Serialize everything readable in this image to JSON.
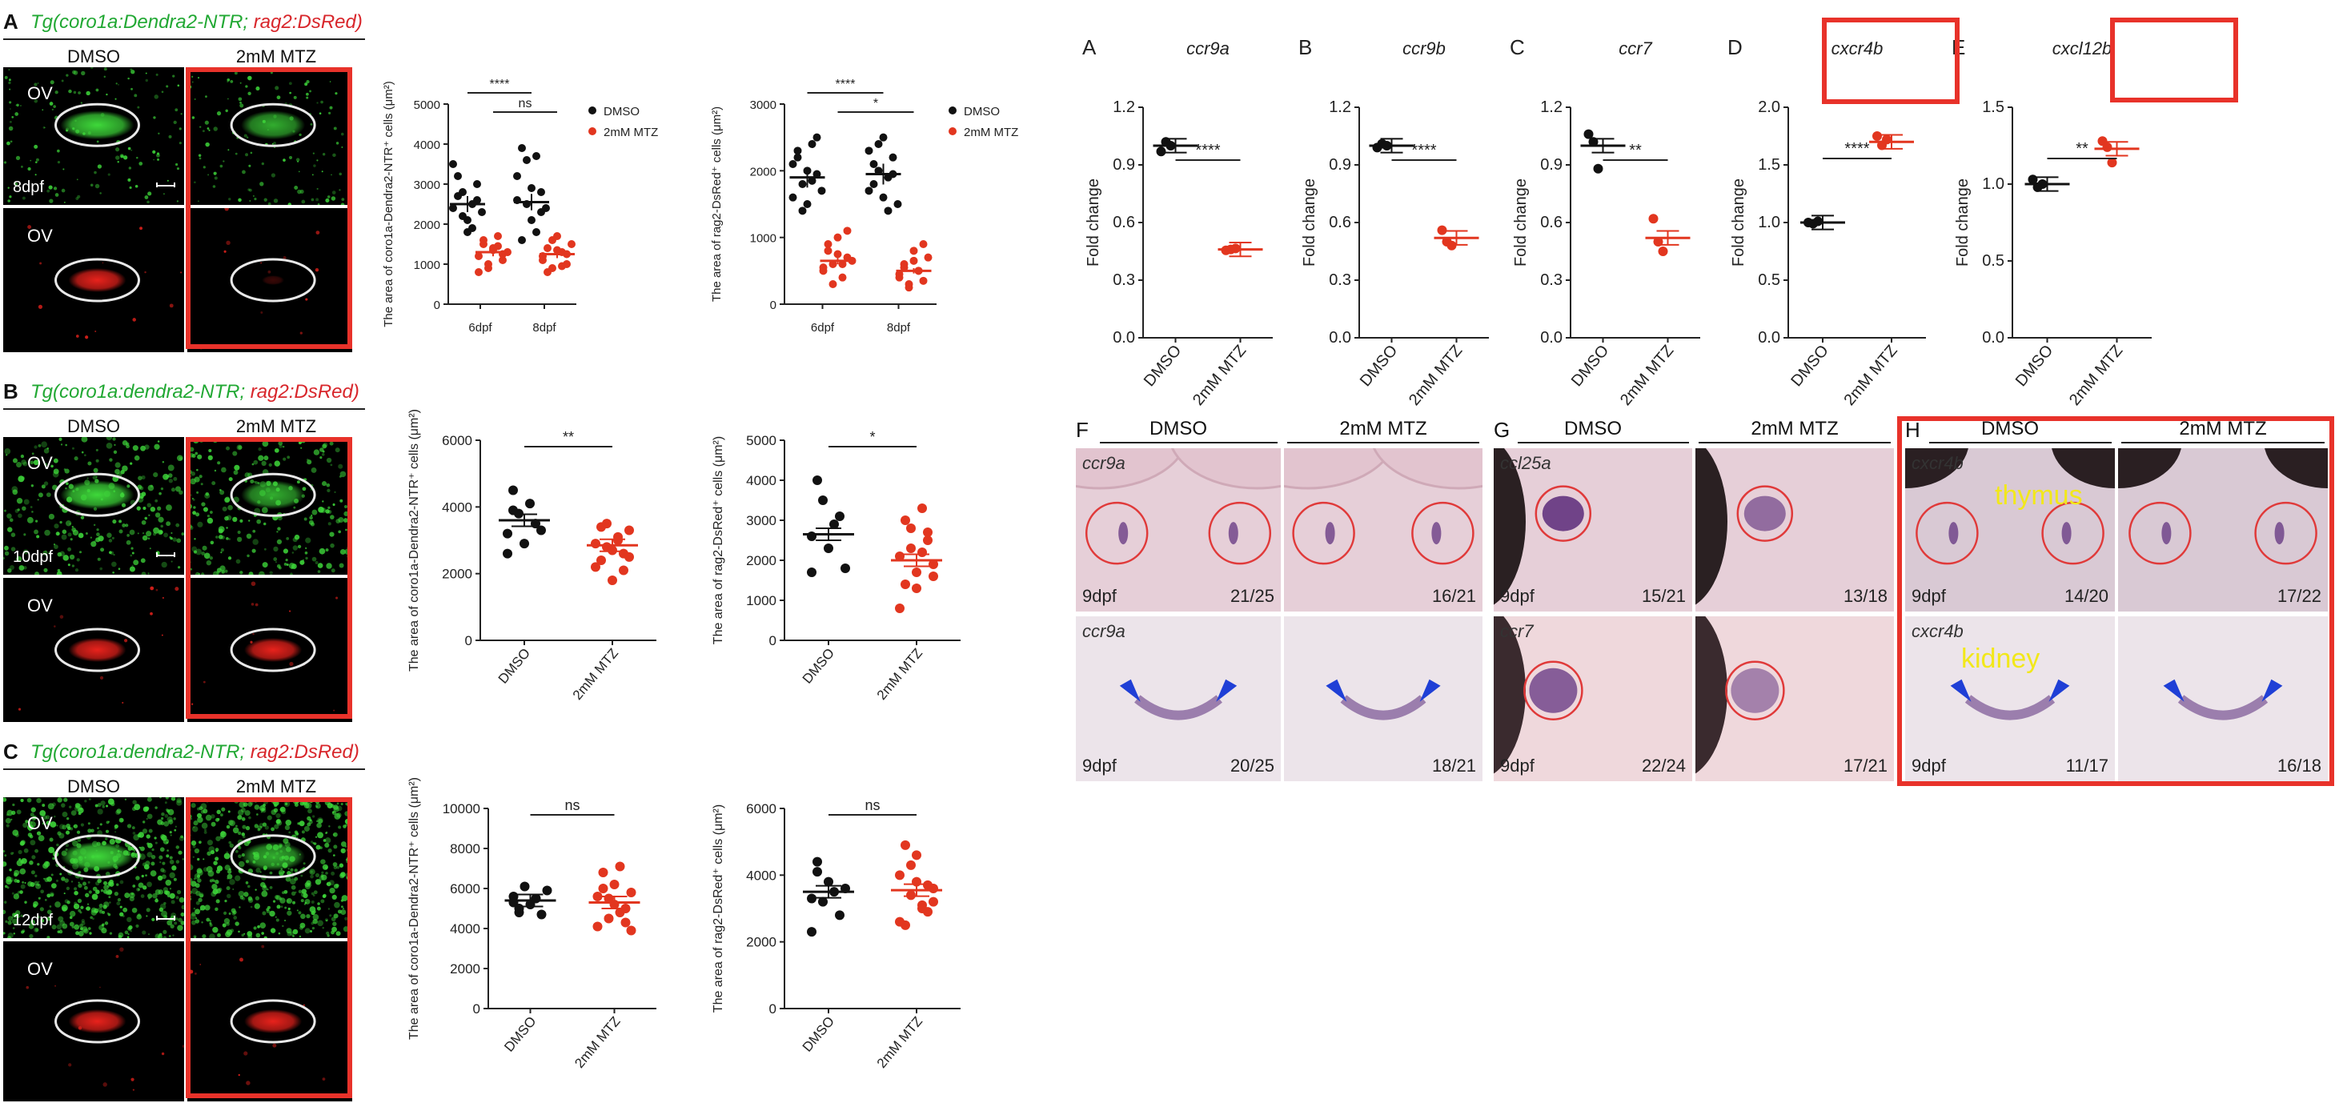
{
  "left": {
    "rows": [
      {
        "label": "A",
        "title_green": "Tg(coro1a:Dendra2-NTR;",
        "title_red": " rag2:DsRed)",
        "cond1": "DMSO",
        "cond2": "2mM MTZ",
        "ov_top": "OV",
        "ov_bottom": "OV",
        "age": "8dpf"
      },
      {
        "label": "B",
        "title_green": "Tg(coro1a:dendra2-NTR;",
        "title_red": " rag2:DsRed)",
        "cond1": "DMSO",
        "cond2": "2mM MTZ",
        "ov_top": "OV",
        "ov_bottom": "OV",
        "age": "10dpf"
      },
      {
        "label": "C",
        "title_green": "Tg(coro1a:dendra2-NTR;",
        "title_red": " rag2:DsRed)",
        "cond1": "DMSO",
        "cond2": "2mM MTZ",
        "ov_top": "OV",
        "ov_bottom": "OV",
        "age": "12dpf"
      }
    ]
  },
  "right_ish": {
    "panels": [
      {
        "label": "F",
        "cond1": "DMSO",
        "cond2": "2mM MTZ",
        "gene_top": "ccr9a",
        "gene_bottom": "ccr9a",
        "age_top": "9dpf",
        "age_bottom": "9dpf",
        "counts": [
          "21/25",
          "16/21",
          "20/25",
          "18/21"
        ]
      },
      {
        "label": "G",
        "cond1": "DMSO",
        "cond2": "2mM MTZ",
        "gene_top": "ccl25a",
        "gene_bottom": "ccr7",
        "age_top": "9dpf",
        "age_bottom": "9dpf",
        "counts": [
          "15/21",
          "13/18",
          "22/24",
          "17/21"
        ]
      },
      {
        "label": "H",
        "cond1": "DMSO",
        "cond2": "2mM MTZ",
        "gene_top": "cxcr4b",
        "gene_bottom": "cxcr4b",
        "age_top": "9dpf",
        "age_bottom": "9dpf",
        "counts": [
          "14/20",
          "17/22",
          "11/17",
          "16/18"
        ],
        "annot_top": "thymus",
        "annot_bottom": "kidney"
      }
    ]
  },
  "colors": {
    "dmso": "#111111",
    "mtz": "#e2361f",
    "highlight": "#e8322a",
    "green_signal": "#3ed83a",
    "red_signal": "#e8221c",
    "ish_stain": "#5a2a7a",
    "arrow": "#1f3fd6",
    "annot": "#f2e81a"
  },
  "chart_data": [
    {
      "id": "A1",
      "type": "scatter",
      "groups": [
        "6dpf",
        "8dpf"
      ],
      "series": [
        {
          "name": "DMSO",
          "mean": [
            2500,
            2550
          ],
          "points": [
            [
              2400,
              3200,
              2800,
              2100,
              1900,
              2600,
              2300,
              3500,
              2700,
              2200,
              1800,
              2500,
              3000
            ],
            [
              2600,
              3900,
              3600,
              2100,
              1800,
              2800,
              2400,
              3200,
              1600,
              2500,
              2900,
              3700,
              2300
            ]
          ]
        },
        {
          "name": "2mM MTZ",
          "mean": [
            1300,
            1250
          ],
          "points": [
            [
              1200,
              1500,
              900,
              1400,
              1700,
              1100,
              1300,
              800,
              1600,
              1000,
              1350,
              1450,
              1250
            ],
            [
              1100,
              1400,
              900,
              1700,
              1300,
              1000,
              1500,
              1200,
              800,
              1600,
              1350,
              950,
              1250
            ]
          ]
        }
      ],
      "ylabel": "The area of coro1a-Dendra2-NTR⁺ cells (μm²)",
      "yticks": [
        "0",
        "1000",
        "2000",
        "3000",
        "4000",
        "5000"
      ],
      "ylim": [
        0,
        5000
      ],
      "legend": [
        "DMSO",
        "2mM MTZ"
      ],
      "sig_top": "****",
      "sig_mid": "ns"
    },
    {
      "id": "A2",
      "type": "scatter",
      "groups": [
        "6dpf",
        "8dpf"
      ],
      "series": [
        {
          "name": "DMSO",
          "mean": [
            1900,
            1950
          ],
          "points": [
            [
              1600,
              2200,
              1800,
              1500,
              2400,
              1950,
              1700,
              2100,
              2300,
              1400,
              2000,
              1850,
              2500
            ],
            [
              1700,
              2100,
              2400,
              1600,
              1900,
              2200,
              1500,
              2300,
              1800,
              2000,
              2500,
              1400,
              1950
            ]
          ]
        },
        {
          "name": "2mM MTZ",
          "mean": [
            650,
            500
          ],
          "points": [
            [
              500,
              800,
              600,
              1000,
              400,
              700,
              650,
              550,
              900,
              300,
              750,
              600,
              1100
            ],
            [
              400,
              600,
              300,
              800,
              500,
              350,
              700,
              450,
              550,
              250,
              650,
              500,
              900
            ]
          ]
        }
      ],
      "ylabel": "The area of rag2-DsRed⁺ cells (μm²)",
      "yticks": [
        "0",
        "1000",
        "2000",
        "3000"
      ],
      "ylim": [
        0,
        3000
      ],
      "legend": [
        "DMSO",
        "2mM MTZ"
      ],
      "sig_top": "****",
      "sig_mid": "*"
    },
    {
      "id": "B1",
      "type": "scatter",
      "groups": [
        "DMSO",
        "2mM MTZ"
      ],
      "series": [
        {
          "name": "DMSO",
          "mean": [
            3600
          ],
          "points": [
            [
              3200,
              4500,
              3800,
              2900,
              4100,
              3500,
              3300,
              2600,
              3900
            ]
          ]
        },
        {
          "name": "2mM MTZ",
          "mean": [
            2850
          ],
          "points": [
            [
              2200,
              3400,
              2800,
              1800,
              3100,
              2600,
              3300,
              2900,
              2400,
              3500,
              2700,
              3000,
              2100,
              2500
            ]
          ]
        }
      ],
      "ylabel": "The area of coro1a-Dendra2-NTR⁺ cells (μm²)",
      "yticks": [
        "0",
        "2000",
        "4000",
        "6000"
      ],
      "ylim": [
        0,
        6000
      ],
      "sig_top": "**"
    },
    {
      "id": "B2",
      "type": "scatter",
      "groups": [
        "DMSO",
        "2mM MTZ"
      ],
      "series": [
        {
          "name": "DMSO",
          "mean": [
            2650
          ],
          "points": [
            [
              1700,
              4000,
              3500,
              2300,
              2900,
              3100,
              1800,
              2600
            ]
          ]
        },
        {
          "name": "2mM MTZ",
          "mean": [
            2000
          ],
          "points": [
            [
              800,
              3000,
              2800,
              1300,
              2200,
              2500,
              1900,
              2100,
              1400,
              2300,
              1700,
              3300,
              2700,
              1600
            ]
          ]
        }
      ],
      "ylabel": "The area of rag2-DsRed⁺ cells (μm²)",
      "yticks": [
        "0",
        "1000",
        "2000",
        "3000",
        "4000",
        "5000"
      ],
      "ylim": [
        0,
        5000
      ],
      "sig_top": "*"
    },
    {
      "id": "C1",
      "type": "scatter",
      "groups": [
        "DMSO",
        "2mM MTZ"
      ],
      "series": [
        {
          "name": "DMSO",
          "mean": [
            5400
          ],
          "points": [
            [
              5600,
              4800,
              6100,
              5200,
              5500,
              4700,
              5900,
              5300,
              5000
            ]
          ]
        },
        {
          "name": "2mM MTZ",
          "mean": [
            5300
          ],
          "points": [
            [
              4100,
              6800,
              5500,
              6200,
              4800,
              5000,
              3900,
              5600,
              6000,
              4500,
              5200,
              7100,
              4300,
              5800
            ]
          ]
        }
      ],
      "ylabel": "The area of coro1a-Dendra2-NTR⁺ cells (μm²)",
      "yticks": [
        "0",
        "2000",
        "4000",
        "6000",
        "8000",
        "10000"
      ],
      "ylim": [
        0,
        10000
      ],
      "sig_top": "ns"
    },
    {
      "id": "C2",
      "type": "scatter",
      "groups": [
        "DMSO",
        "2mM MTZ"
      ],
      "series": [
        {
          "name": "DMSO",
          "mean": [
            3500
          ],
          "points": [
            [
              2300,
              4400,
              3200,
              3800,
              3500,
              2800,
              3600,
              3300,
              4100
            ]
          ]
        },
        {
          "name": "2mM MTZ",
          "mean": [
            3550
          ],
          "points": [
            [
              2600,
              4900,
              4300,
              3800,
              3100,
              2900,
              3600,
              4000,
              2500,
              3400,
              4600,
              3000,
              3700,
              3200
            ]
          ]
        }
      ],
      "ylabel": "The area of rag2-DsRed⁺ cells (μm²)",
      "yticks": [
        "0",
        "2000",
        "4000",
        "6000"
      ],
      "ylim": [
        0,
        6000
      ],
      "sig_top": "ns"
    },
    {
      "id": "qA",
      "label": "A",
      "gene": "ccr9a",
      "type": "scatter",
      "groups": [
        "DMSO",
        "2mM MTZ"
      ],
      "series": [
        {
          "name": "DMSO",
          "mean": [
            1.0
          ],
          "points": [
            [
              0.97,
              1.02,
              1.0
            ]
          ]
        },
        {
          "name": "2mM MTZ",
          "mean": [
            0.46
          ],
          "points": [
            [
              0.455,
              0.46,
              0.465
            ]
          ]
        }
      ],
      "ylabel": "Fold change",
      "yticks": [
        "0.0",
        "0.3",
        "0.6",
        "0.9",
        "1.2"
      ],
      "ylim": [
        0,
        1.2
      ],
      "sig_top": "****"
    },
    {
      "id": "qB",
      "label": "B",
      "gene": "ccr9b",
      "type": "scatter",
      "groups": [
        "DMSO",
        "2mM MTZ"
      ],
      "series": [
        {
          "name": "DMSO",
          "mean": [
            1.0
          ],
          "points": [
            [
              0.99,
              1.01,
              1.0
            ]
          ]
        },
        {
          "name": "2mM MTZ",
          "mean": [
            0.52
          ],
          "points": [
            [
              0.56,
              0.5,
              0.48
            ]
          ]
        }
      ],
      "ylabel": "Fold change",
      "yticks": [
        "0.0",
        "0.3",
        "0.6",
        "0.9",
        "1.2"
      ],
      "ylim": [
        0,
        1.2
      ],
      "sig_top": "****"
    },
    {
      "id": "qC",
      "label": "C",
      "gene": "ccr7",
      "type": "scatter",
      "groups": [
        "DMSO",
        "2mM MTZ"
      ],
      "series": [
        {
          "name": "DMSO",
          "mean": [
            1.0
          ],
          "points": [
            [
              1.06,
              1.02,
              0.88
            ]
          ]
        },
        {
          "name": "2mM MTZ",
          "mean": [
            0.52
          ],
          "points": [
            [
              0.62,
              0.5,
              0.45
            ]
          ]
        }
      ],
      "ylabel": "Fold change",
      "yticks": [
        "0.0",
        "0.3",
        "0.6",
        "0.9",
        "1.2"
      ],
      "ylim": [
        0,
        1.2
      ],
      "sig_top": "**"
    },
    {
      "id": "qD",
      "label": "D",
      "gene": "cxcr4b",
      "type": "scatter",
      "groups": [
        "DMSO",
        "2mM MTZ"
      ],
      "series": [
        {
          "name": "DMSO",
          "mean": [
            1.0
          ],
          "points": [
            [
              1.0,
              0.99,
              1.01
            ]
          ]
        },
        {
          "name": "2mM MTZ",
          "mean": [
            1.7
          ],
          "points": [
            [
              1.75,
              1.67,
              1.72
            ]
          ]
        }
      ],
      "ylabel": "Fold change",
      "yticks": [
        "0.0",
        "0.5",
        "1.0",
        "1.5",
        "2.0"
      ],
      "ylim": [
        0,
        2.0
      ],
      "sig_top": "****"
    },
    {
      "id": "qE",
      "label": "E",
      "gene": "cxcl12b",
      "type": "scatter",
      "groups": [
        "DMSO",
        "2mM MTZ"
      ],
      "series": [
        {
          "name": "DMSO",
          "mean": [
            1.0
          ],
          "points": [
            [
              1.03,
              0.98,
              1.0
            ]
          ]
        },
        {
          "name": "2mM MTZ",
          "mean": [
            1.23
          ],
          "points": [
            [
              1.28,
              1.24,
              1.14
            ]
          ]
        }
      ],
      "ylabel": "Fold change",
      "yticks": [
        "0.0",
        "0.5",
        "1.0",
        "1.5"
      ],
      "ylim": [
        0,
        1.5
      ],
      "sig_top": "**"
    }
  ]
}
